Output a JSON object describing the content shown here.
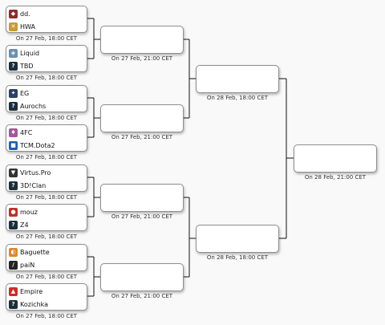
{
  "round1": [
    {
      "team1": {
        "name": "dd.",
        "icon": "dd-logo-icon",
        "color": "#8a2d2d"
      },
      "team2": {
        "name": "HWA",
        "icon": "hwa-logo-icon",
        "color": "#c69a3a"
      },
      "date": "On 27 Feb, 18:00 CET"
    },
    {
      "team1": {
        "name": "Liquid",
        "icon": "liquid-logo-icon",
        "color": "#6b8fb0"
      },
      "team2": {
        "name": "TBD",
        "icon": "question-icon",
        "color": "#1b2f3a"
      },
      "date": "On 27 Feb, 18:00 CET"
    },
    {
      "team1": {
        "name": "EG",
        "icon": "eg-logo-icon",
        "color": "#2d3f66"
      },
      "team2": {
        "name": "Aurochs",
        "icon": "question-icon",
        "color": "#1b2f3a"
      },
      "date": "On 27 Feb, 18:00 CET"
    },
    {
      "team1": {
        "name": "4FC",
        "icon": "4fc-logo-icon",
        "color": "#a05a9b"
      },
      "team2": {
        "name": "TCM.Dota2",
        "icon": "tcm-logo-icon",
        "color": "#1e5fa8"
      },
      "date": "On 27 Feb, 18:00 CET"
    },
    {
      "team1": {
        "name": "Virtus.Pro",
        "icon": "virtuspro-logo-icon",
        "color": "#333333"
      },
      "team2": {
        "name": "3D!Clan",
        "icon": "question-icon",
        "color": "#1b2f3a"
      },
      "date": "On 27 Feb, 18:00 CET"
    },
    {
      "team1": {
        "name": "mouz",
        "icon": "mouz-logo-icon",
        "color": "#b8332b"
      },
      "team2": {
        "name": "Z4",
        "icon": "question-icon",
        "color": "#1b2f3a"
      },
      "date": "On 27 Feb, 18:00 CET"
    },
    {
      "team1": {
        "name": "Baguette",
        "icon": "baguette-logo-icon",
        "color": "#d98a2b"
      },
      "team2": {
        "name": "paiN",
        "icon": "pain-logo-icon",
        "color": "#222222"
      },
      "date": "On 27 Feb, 18:00 CET"
    },
    {
      "team1": {
        "name": "Empire",
        "icon": "empire-logo-icon",
        "color": "#c9302c"
      },
      "team2": {
        "name": "Kozichka",
        "icon": "question-icon",
        "color": "#1b2f3a"
      },
      "date": "On 27 Feb, 18:00 CET"
    }
  ],
  "round2": [
    {
      "date": "On 27 Feb, 21:00 CET"
    },
    {
      "date": "On 27 Feb, 21:00 CET"
    },
    {
      "date": "On 27 Feb, 21:00 CET"
    },
    {
      "date": "On 27 Feb, 21:00 CET"
    }
  ],
  "round3": [
    {
      "date": "On 28 Feb, 18:00 CET"
    },
    {
      "date": "On 28 Feb, 18:00 CET"
    }
  ],
  "final": {
    "date": "On 28 Feb, 21:00 CET"
  },
  "colors": {
    "line": "#111111",
    "border": "#8f8f8f"
  }
}
